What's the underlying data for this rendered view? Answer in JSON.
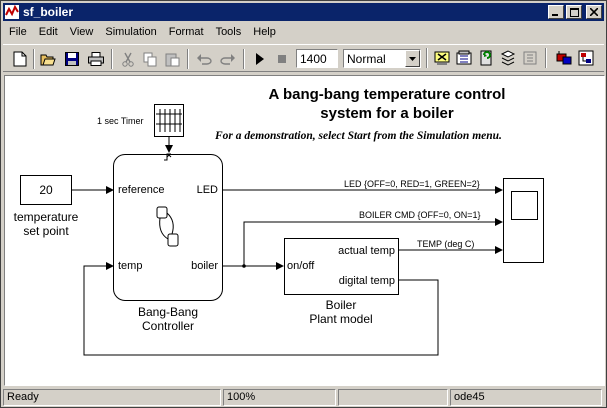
{
  "window": {
    "title": "sf_boiler"
  },
  "menu": [
    "File",
    "Edit",
    "View",
    "Simulation",
    "Format",
    "Tools",
    "Help"
  ],
  "toolbar": {
    "stop_time": "1400",
    "sim_mode": "Normal",
    "icons": [
      "new-icon",
      "open-icon",
      "save-icon",
      "print-icon",
      "cut-icon",
      "copy-icon",
      "paste-icon",
      "undo-icon",
      "redo-icon",
      "start-icon",
      "stop-icon",
      "build-icon",
      "library-browser-icon",
      "model-explorer-icon",
      "debug-icon",
      "update-icon",
      "model-advisor-icon",
      "model-browser-icon"
    ]
  },
  "diagram": {
    "title_line1": "A bang-bang temperature control",
    "title_line2": "system for a boiler",
    "subtitle": "For a demonstration, select Start from the Simulation menu.",
    "timer_label": "1 sec Timer",
    "constant_value": "20",
    "constant_caption_1": "temperature",
    "constant_caption_2": "set point",
    "controller": {
      "in_reference": "reference",
      "in_temp": "temp",
      "out_led": "LED",
      "out_boiler": "boiler",
      "caption_1": "Bang-Bang",
      "caption_2": "Controller"
    },
    "plant": {
      "in_onoff": "on/off",
      "out_actual": "actual temp",
      "out_digital": "digital temp",
      "caption_1": "Boiler",
      "caption_2": "Plant model"
    },
    "signals": {
      "led": "LED {OFF=0, RED=1, GREEN=2}",
      "boiler_cmd": "BOILER CMD {OFF=0, ON=1}",
      "temp": "TEMP (deg C)"
    }
  },
  "status": {
    "state": "Ready",
    "zoom": "100%",
    "empty": "",
    "solver": "ode45"
  }
}
